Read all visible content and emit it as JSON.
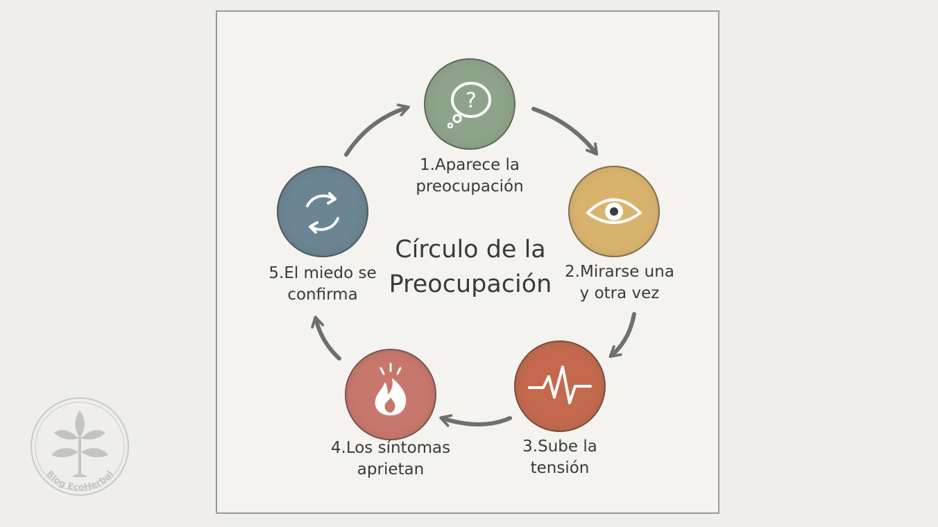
{
  "diagram": {
    "title_line1": "Círculo de la",
    "title_line2": "Preocupación",
    "steps": [
      {
        "line1": "1.Aparece la",
        "line2": "preocupación",
        "icon": "question-bubble-icon",
        "color": "#8ea48a"
      },
      {
        "line1": "2.Mirarse una",
        "line2": "y otra vez",
        "icon": "eye-icon",
        "color": "#d9b36e"
      },
      {
        "line1": "3.Sube la",
        "line2": "tensión",
        "icon": "heartbeat-icon",
        "color": "#c4694e"
      },
      {
        "line1": "4.Los síntomas",
        "line2": "aprietan",
        "icon": "flame-icon",
        "color": "#c8776c"
      },
      {
        "line1": "5.El miedo se",
        "line2": "confirma",
        "icon": "cycle-icon",
        "color": "#6c8592"
      }
    ]
  },
  "watermark": {
    "text": "Blog EcoHerbal",
    "icon": "plant-icon"
  }
}
